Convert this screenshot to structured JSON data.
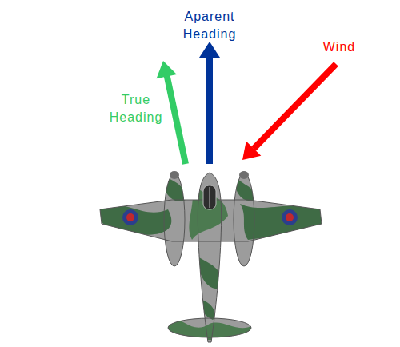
{
  "diagram": {
    "labels": [
      "Aparent Heading",
      "True Heading",
      "Wind"
    ]
  }
}
